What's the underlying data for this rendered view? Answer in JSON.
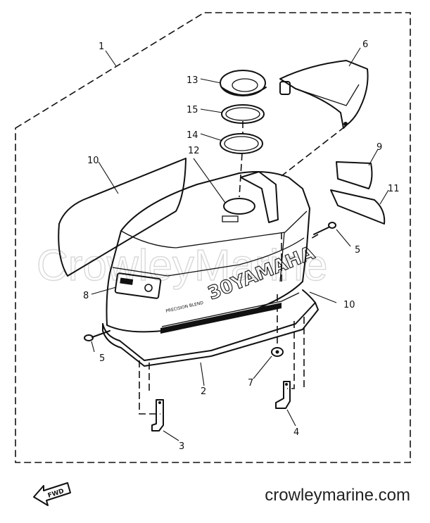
{
  "callouts": {
    "c1": "1",
    "c2": "2",
    "c3": "3",
    "c4": "4",
    "c5a": "5",
    "c5b": "5",
    "c6": "6",
    "c7": "7",
    "c8": "8",
    "c9": "9",
    "c10a": "10",
    "c10b": "10",
    "c11": "11",
    "c12": "12",
    "c13": "13",
    "c14": "14",
    "c15": "15"
  },
  "decal": {
    "brand": "30YAMAHA",
    "tagline": "PRECISION BLEND"
  },
  "fwd_label": "FWD",
  "watermark": "CrowleyMarine",
  "footer_url": "crowleymarine.com"
}
